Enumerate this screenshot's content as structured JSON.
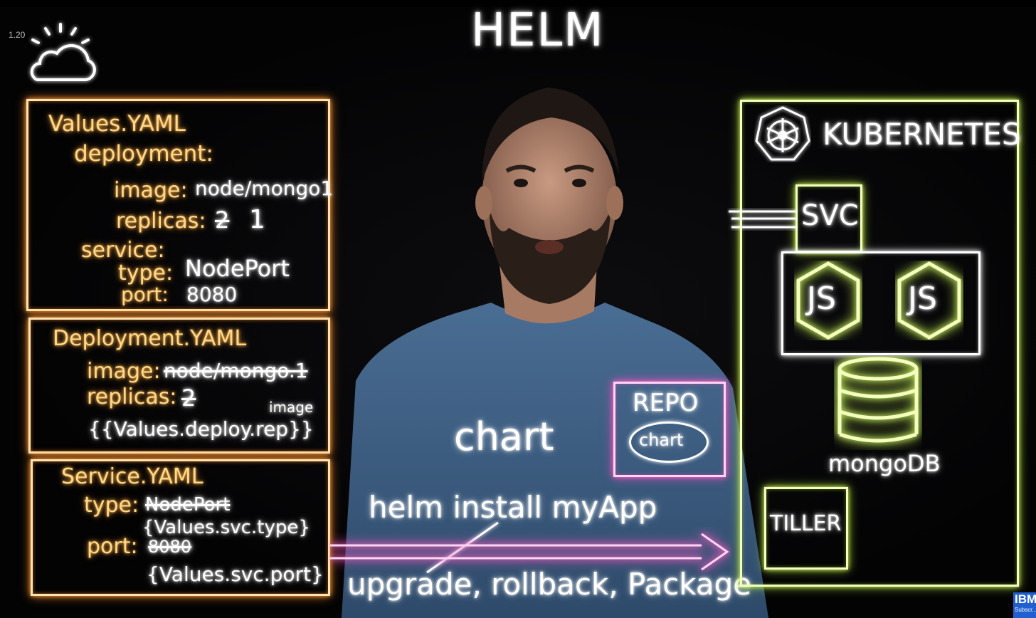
{
  "video": {
    "timestamp": "1.20",
    "title": "HELM",
    "brand": "IBM",
    "brand_subtext": "Subscr..."
  },
  "values_yaml": {
    "heading": "Values.YAML",
    "deployment_key": "deployment:",
    "image_key": "image:",
    "image_value": "node/mongo1",
    "replicas_key": "replicas:",
    "replicas_old": "2",
    "replicas_value": "1",
    "service_key": "service:",
    "type_key": "type:",
    "type_value": "NodePort",
    "port_key": "port:",
    "port_value": "8080"
  },
  "deployment_yaml": {
    "heading": "Deployment.YAML",
    "image_key": "image:",
    "image_value": "node/mongo.1",
    "image_note": "image",
    "replicas_key": "replicas:",
    "replicas_value": "2",
    "template": "{{Values.deploy.rep}}"
  },
  "service_yaml": {
    "heading": "Service.YAML",
    "type_key": "type:",
    "type_old": "NodePort",
    "type_template": "{Values.svc.type}",
    "port_key": "port:",
    "port_old": "8080",
    "port_template": "{Values.svc.port}"
  },
  "center": {
    "chart_label": "chart",
    "command": "helm install myApp",
    "subcommands": "upgrade, rollback, Package"
  },
  "repo": {
    "label": "REPO",
    "chart_label": "chart"
  },
  "kubernetes": {
    "title": "KUBERNETES",
    "svc": "SVC",
    "pod_1": "JS",
    "pod_2": "JS",
    "db_label": "mongoDB",
    "tiller": "TILLER"
  },
  "colors": {
    "orange_glow": "#ff9e3d",
    "green_glow": "#c8f05a",
    "pink_glow": "#ff5cc8",
    "white_glow": "#ffffff",
    "shirt": "#3b5a7e",
    "ibm_blue": "#1f5fcf"
  },
  "icons": [
    "ibm-cloud-icon",
    "kubernetes-helm-wheel-icon",
    "nodejs-hexagon-icon",
    "database-icon",
    "arrow-right-icon"
  ]
}
